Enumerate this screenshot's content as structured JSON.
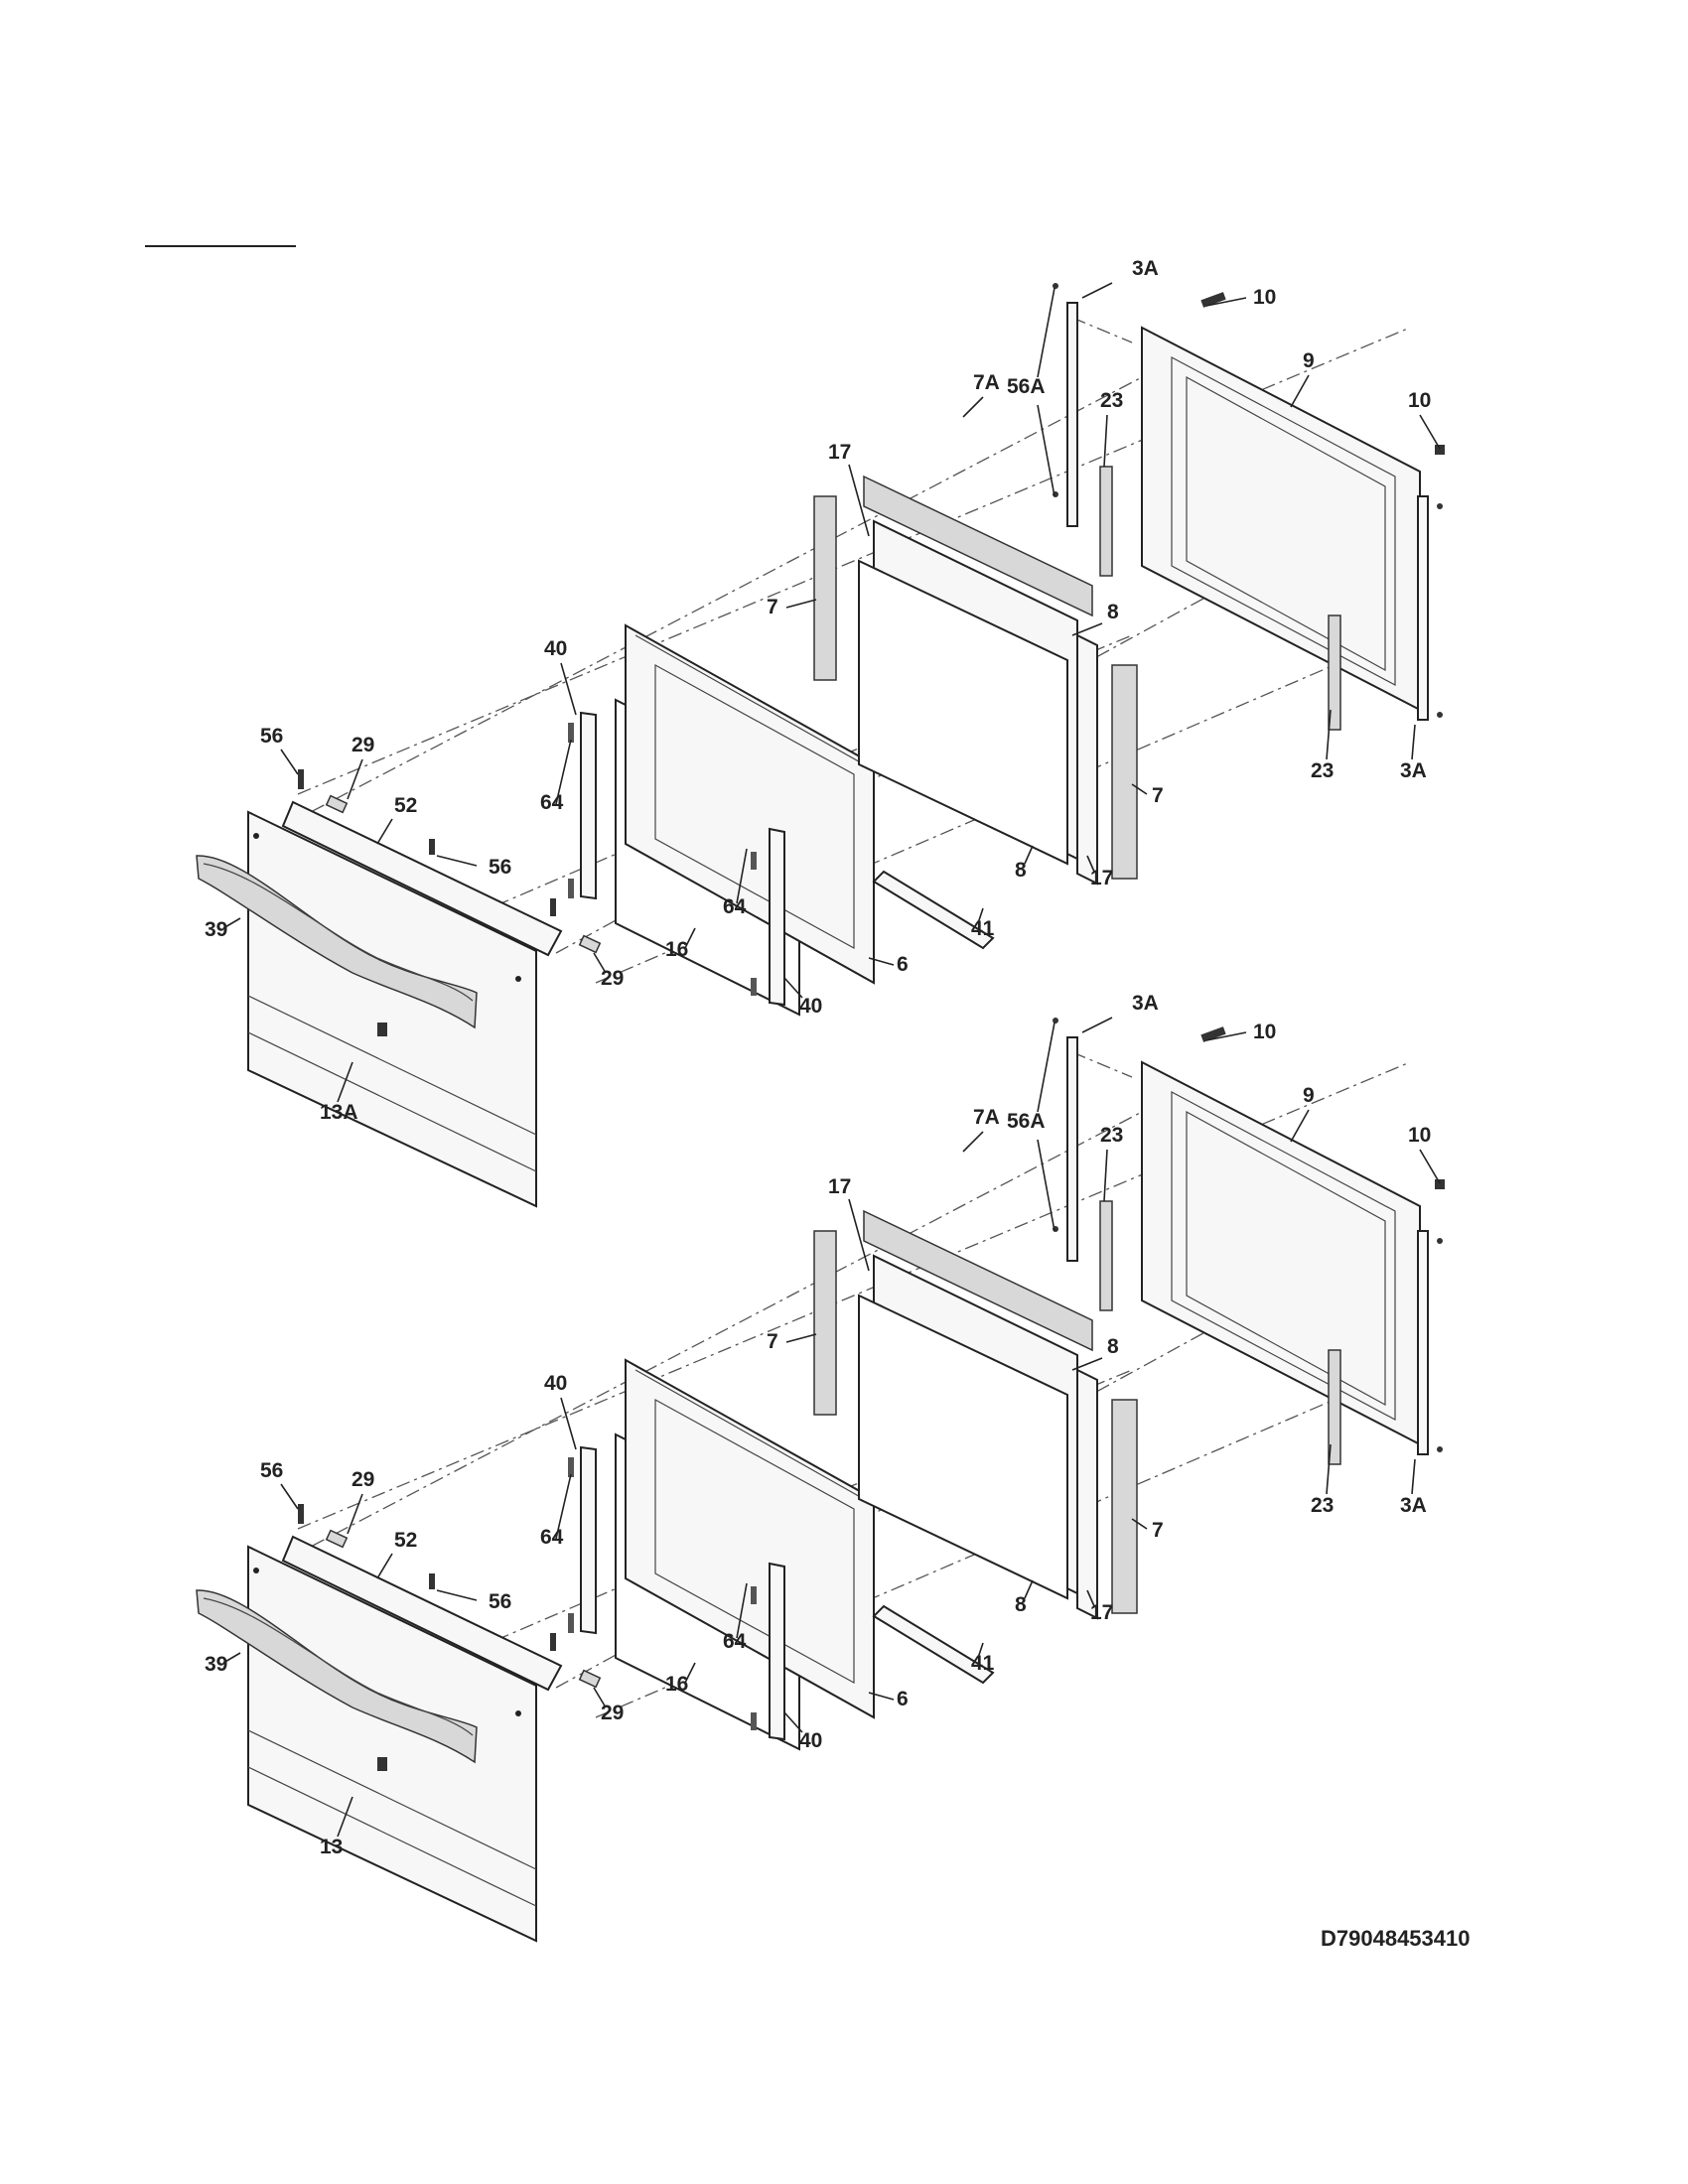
{
  "diagram": {
    "drawing_code": "D79048453410",
    "upper_door": {
      "parts": [
        "3A",
        "10",
        "9",
        "10",
        "56A",
        "23",
        "17",
        "7A",
        "56A",
        "7",
        "8",
        "40",
        "56",
        "29",
        "64",
        "52",
        "56",
        "7",
        "39",
        "8",
        "17",
        "41",
        "64",
        "29",
        "16",
        "6",
        "40",
        "13A",
        "23",
        "3A"
      ]
    },
    "lower_door": {
      "parts": [
        "3A",
        "10",
        "9",
        "10",
        "56A",
        "23",
        "17",
        "7A",
        "56A",
        "7",
        "8",
        "40",
        "56",
        "29",
        "64",
        "52",
        "56",
        "7",
        "39",
        "8",
        "17",
        "41",
        "64",
        "29",
        "16",
        "6",
        "40",
        "13",
        "23",
        "3A"
      ]
    }
  }
}
